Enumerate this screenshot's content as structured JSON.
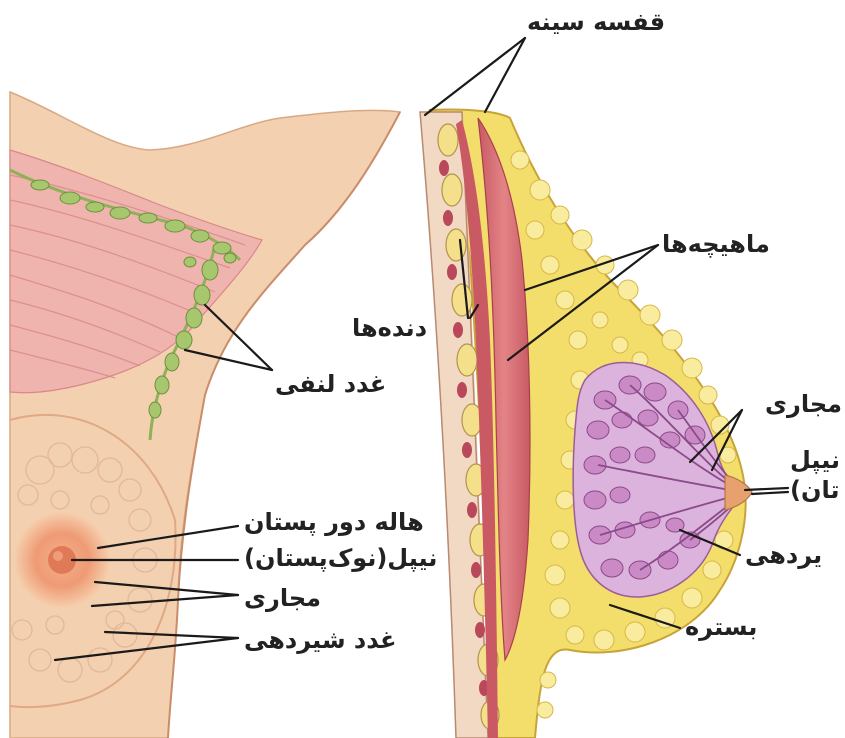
{
  "labels": {
    "rib_cage": "قفسه سینه",
    "muscles": "ماهیچه‌ها",
    "ribs": "دنده‌ها",
    "lymph_nodes": "غدد لنفی",
    "ducts_right": "مجاری",
    "nipple_right_line1": "نیپل",
    "nipple_right_line2": "تان)",
    "milk_gland_right": "یردهی",
    "tissue": "بستره",
    "areola": "هاله دور پستان",
    "nipple_left": "نیپل(نوک‌پستان)",
    "ducts_left": "مجاری",
    "milk_gland_left": "غدد شیردهی"
  },
  "colors": {
    "skin": "#f3d0b0",
    "skin_shadow": "#e2a985",
    "muscle": "#d9727a",
    "muscle_light": "#efa3a3",
    "fat": "#f3de6b",
    "fat_cell": "#f9ec9e",
    "gland": "#c791c4",
    "gland_light": "#e6c1e2",
    "lymph": "#9dbf68",
    "line": "#1a1a1a",
    "areola": "#e9926b"
  }
}
